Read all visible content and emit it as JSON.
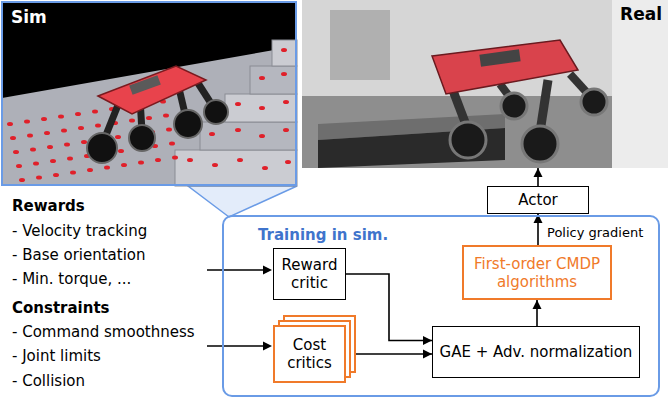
{
  "diagram": {
    "nodes": [
      {
        "text": [
          "Sim"
        ]
      },
      {
        "text": [
          "Real"
        ]
      },
      {
        "text": [
          "Actor"
        ]
      },
      {
        "text": [
          "Training in sim."
        ]
      },
      {
        "text": [
          "Reward critic"
        ],
        "in": 3
      },
      {
        "text": [
          "Cost critics"
        ],
        "in": 3
      },
      {
        "text": [
          "First-order CMDP algorithms"
        ],
        "in": 3
      },
      {
        "text": [
          "GAE + Adv. normalization"
        ],
        "in": 3
      }
    ],
    "edges": [
      {
        "from": 4,
        "to": 7,
        "arrow": "to"
      },
      {
        "from": 5,
        "to": 7,
        "arrow": "to"
      },
      {
        "from": 7,
        "to": 6,
        "arrow": "to"
      },
      {
        "from": 6,
        "to": 2,
        "arrow": "to",
        "label": "Policy gradient"
      },
      {
        "from": 2,
        "to": 1,
        "arrow": "to"
      }
    ],
    "labels": [
      "Rewards",
      "- Velocity tracking",
      "- Base orientation",
      "- Min. torque, ...",
      "Constraints",
      "- Command smoothness",
      "- Joint limits",
      "- Collision"
    ]
  }
}
